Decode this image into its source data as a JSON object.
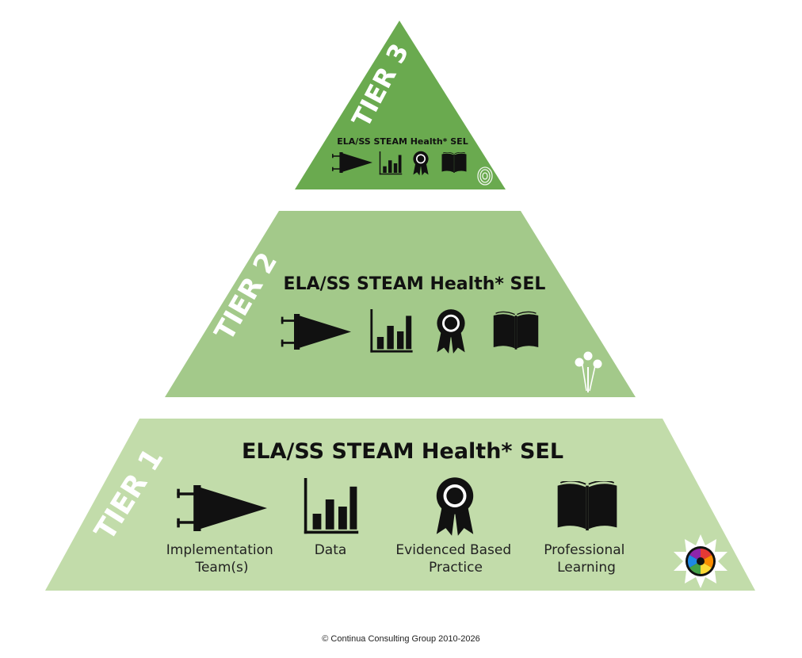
{
  "colors": {
    "tier3_fill": "#6aaa4f",
    "tier2_fill": "#a3c98a",
    "tier1_fill": "#c2dcaa",
    "icon": "#111111",
    "tier_label": "#ffffff"
  },
  "tiers": [
    {
      "label": "TIER 3",
      "subjects": "ELA/SS STEAM Health* SEL",
      "corner_icon": "fingerprint-icon",
      "icons": [
        "pennant-icon",
        "bar-chart-icon",
        "award-ribbon-icon",
        "open-book-icon"
      ]
    },
    {
      "label": "TIER 2",
      "subjects": "ELA/SS STEAM Health* SEL",
      "corner_icon": "flowers-icon",
      "icons": [
        "pennant-icon",
        "bar-chart-icon",
        "award-ribbon-icon",
        "open-book-icon"
      ]
    },
    {
      "label": "TIER 1",
      "subjects": "ELA/SS STEAM Health* SEL",
      "corner_icon": "color-wheel-icon",
      "icons": [
        "pennant-icon",
        "bar-chart-icon",
        "award-ribbon-icon",
        "open-book-icon"
      ],
      "captions": [
        [
          "Implementation",
          "Team(s)"
        ],
        [
          "Data"
        ],
        [
          "Evidenced Based",
          "Practice"
        ],
        [
          "Professional",
          "Learning"
        ]
      ]
    }
  ],
  "copyright": "© Continua Consulting Group 2010-2026"
}
